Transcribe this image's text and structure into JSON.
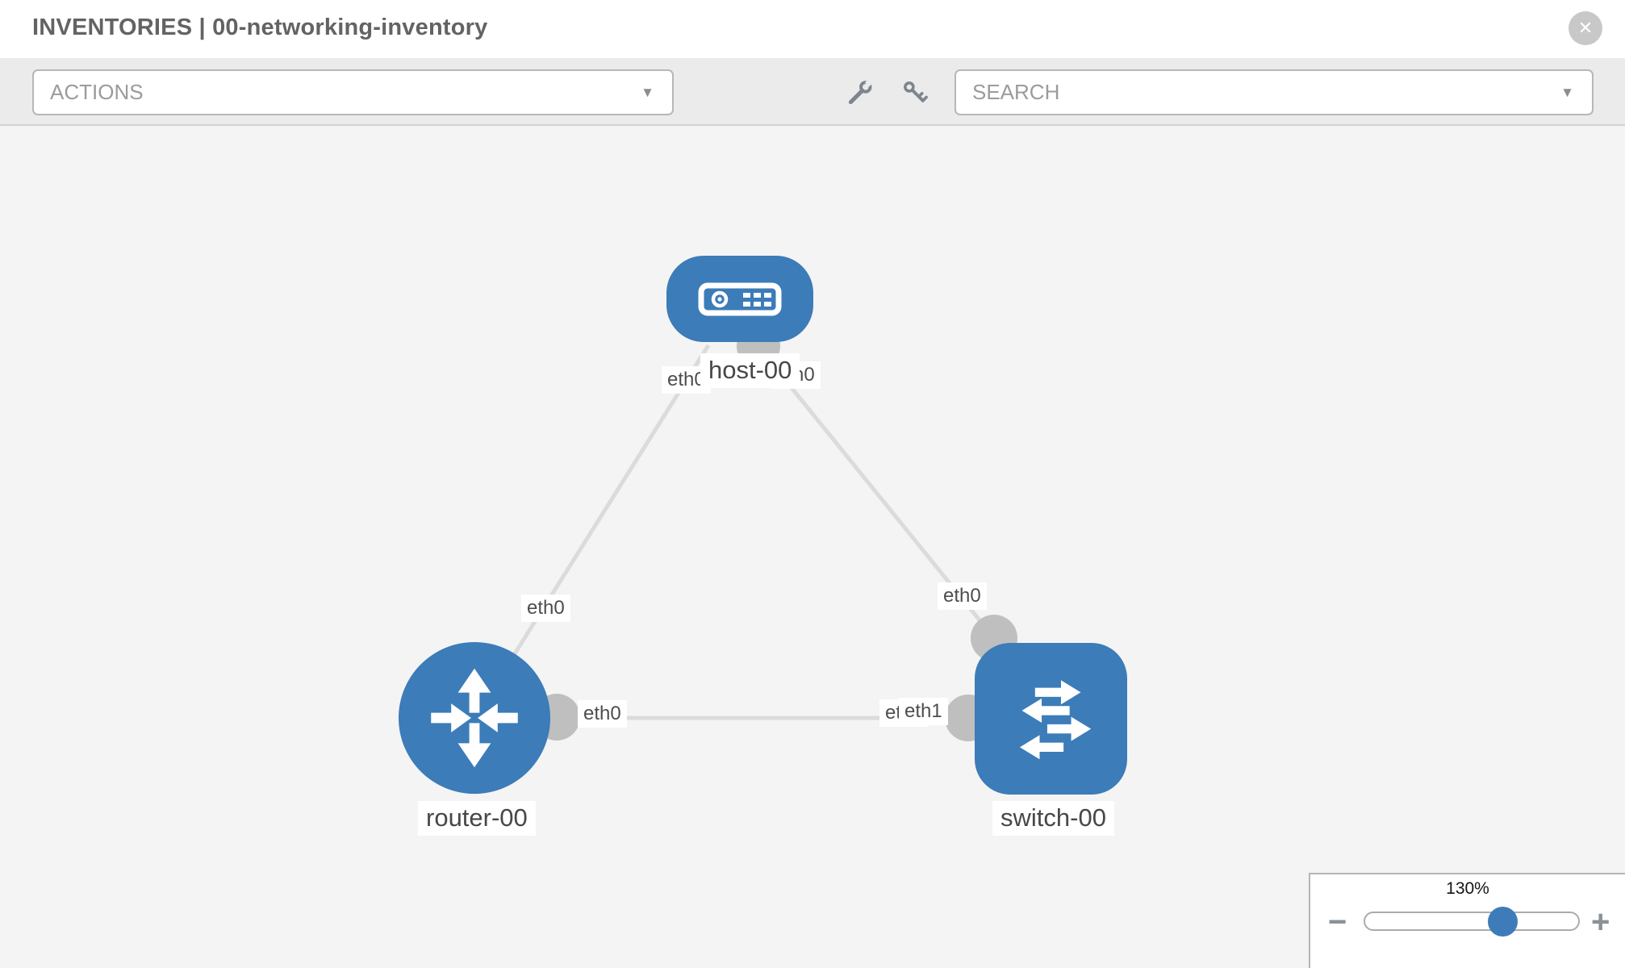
{
  "header": {
    "title": "INVENTORIES | 00-networking-inventory",
    "close_glyph": "✕"
  },
  "toolbar": {
    "actions_label": "ACTIONS",
    "search_label": "SEARCH",
    "caret_glyph": "▼",
    "icons": [
      "wrench",
      "key"
    ]
  },
  "topology": {
    "nodes": [
      {
        "id": "host-00",
        "type": "host",
        "shape": "rounded-rect"
      },
      {
        "id": "router-00",
        "type": "router",
        "shape": "circle"
      },
      {
        "id": "switch-00",
        "type": "switch",
        "shape": "rounded-square"
      }
    ],
    "links": [
      {
        "source": "host-00",
        "source_interface": "eth0",
        "target": "router-00",
        "target_interface": "eth0"
      },
      {
        "source": "host-00",
        "source_interface": "eth0",
        "target": "switch-00",
        "target_interface": "eth0"
      },
      {
        "source": "router-00",
        "source_interface": "eth0",
        "target": "switch-00",
        "target_interface": "eth1"
      }
    ],
    "labels": {
      "host": "host-00",
      "router": "router-00",
      "switch": "switch-00",
      "host_left_iface": "eth0",
      "host_right_iface": "eth0",
      "router_top_iface": "eth0",
      "router_right_iface": "eth0",
      "switch_top_iface": "eth0",
      "switch_mid_iface_back": "eth0",
      "switch_mid_iface_front": "eth1"
    }
  },
  "zoom_control": {
    "level": "130%",
    "minus_glyph": "−",
    "plus_glyph": "+"
  },
  "colors": {
    "node_blue": "#3C7CB8",
    "link_gray": "#DBDBDB",
    "connector_gray": "#BFBFBF",
    "knob_blue": "#3D7CB8"
  }
}
